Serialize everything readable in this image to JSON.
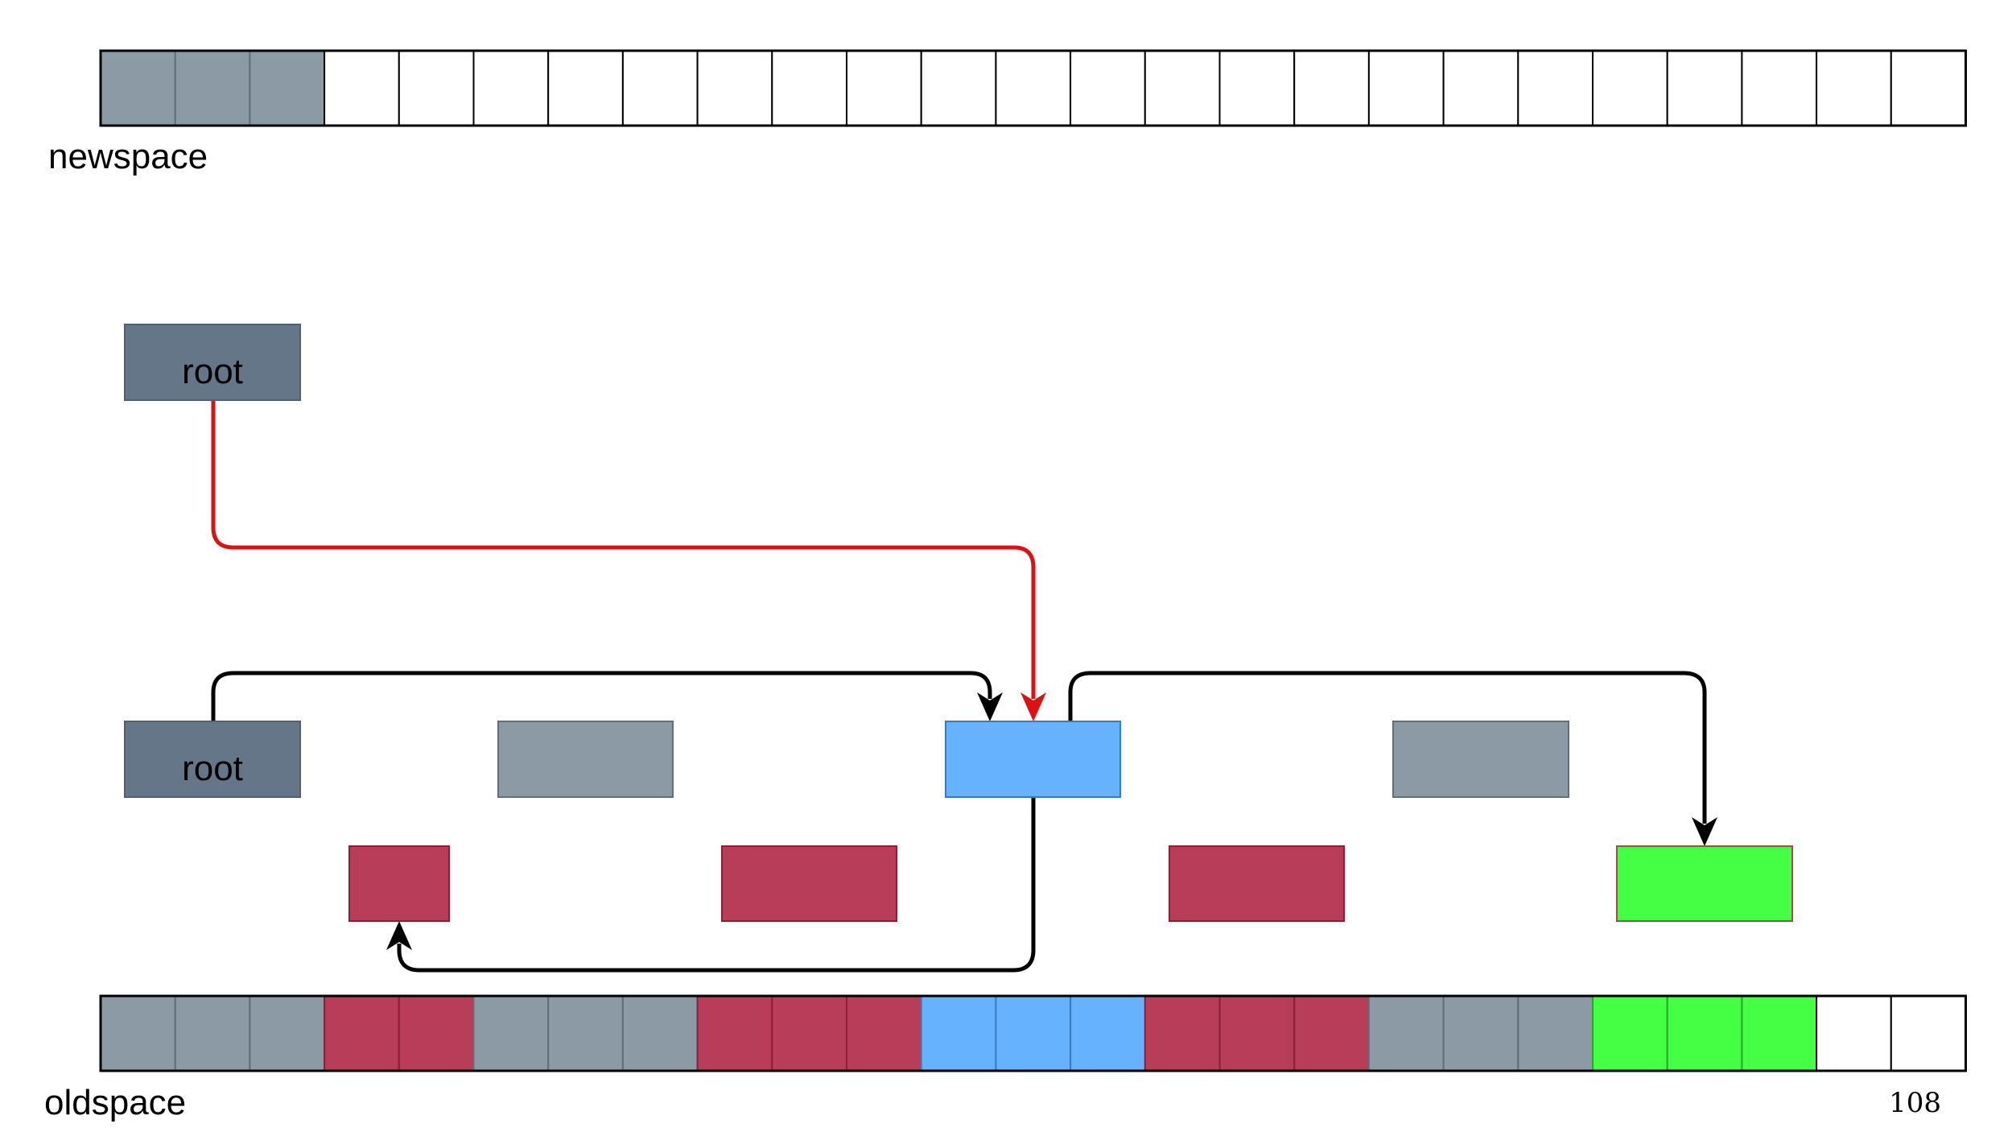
{
  "newspace": {
    "label": "newspace",
    "cells": [
      "grey",
      "grey",
      "grey",
      "empty",
      "empty",
      "empty",
      "empty",
      "empty",
      "empty",
      "empty",
      "empty",
      "empty",
      "empty",
      "empty",
      "empty",
      "empty",
      "empty",
      "empty",
      "empty",
      "empty",
      "empty",
      "empty",
      "empty",
      "empty",
      "empty"
    ]
  },
  "oldspace": {
    "label": "oldspace",
    "cells": [
      "grey",
      "grey",
      "grey",
      "red",
      "red",
      "grey",
      "grey",
      "grey",
      "red",
      "red",
      "red",
      "blue",
      "blue",
      "blue",
      "red",
      "red",
      "red",
      "grey",
      "grey",
      "grey",
      "green",
      "green",
      "green",
      "empty",
      "empty"
    ]
  },
  "objects": [
    {
      "id": "root-top",
      "label": "root",
      "color": "slate"
    },
    {
      "id": "root-bottom",
      "label": "root",
      "color": "slate"
    },
    {
      "id": "grey-object-1",
      "label": "",
      "color": "grey"
    },
    {
      "id": "blue-object",
      "label": "",
      "color": "blue"
    },
    {
      "id": "grey-object-2",
      "label": "",
      "color": "grey"
    },
    {
      "id": "red-object-1",
      "label": "",
      "color": "red"
    },
    {
      "id": "red-object-2",
      "label": "",
      "color": "red"
    },
    {
      "id": "red-object-3",
      "label": "",
      "color": "red"
    },
    {
      "id": "green-object",
      "label": "",
      "color": "green"
    }
  ],
  "edges": [
    {
      "from": "root-top",
      "to": "blue-object",
      "color": "red"
    },
    {
      "from": "root-bottom",
      "to": "blue-object",
      "color": "black"
    },
    {
      "from": "blue-object",
      "to": "green-object",
      "color": "black"
    },
    {
      "from": "blue-object",
      "to": "red-object-1",
      "color": "black"
    }
  ],
  "colors": {
    "grey": "#8c9aa6",
    "grey_stroke": "#5f6f7c",
    "slate": "#647687",
    "slate_stroke": "#4f6072",
    "red": "#b83d59",
    "red_stroke": "#8a1f35",
    "blue": "#66b2ff",
    "blue_stroke": "#3a7bc0",
    "green": "#44ff44",
    "green_stroke": "#22aa22",
    "empty": "#ffffff",
    "red_edge": "#dd1111",
    "black_edge": "#000000"
  },
  "page_number": "108"
}
